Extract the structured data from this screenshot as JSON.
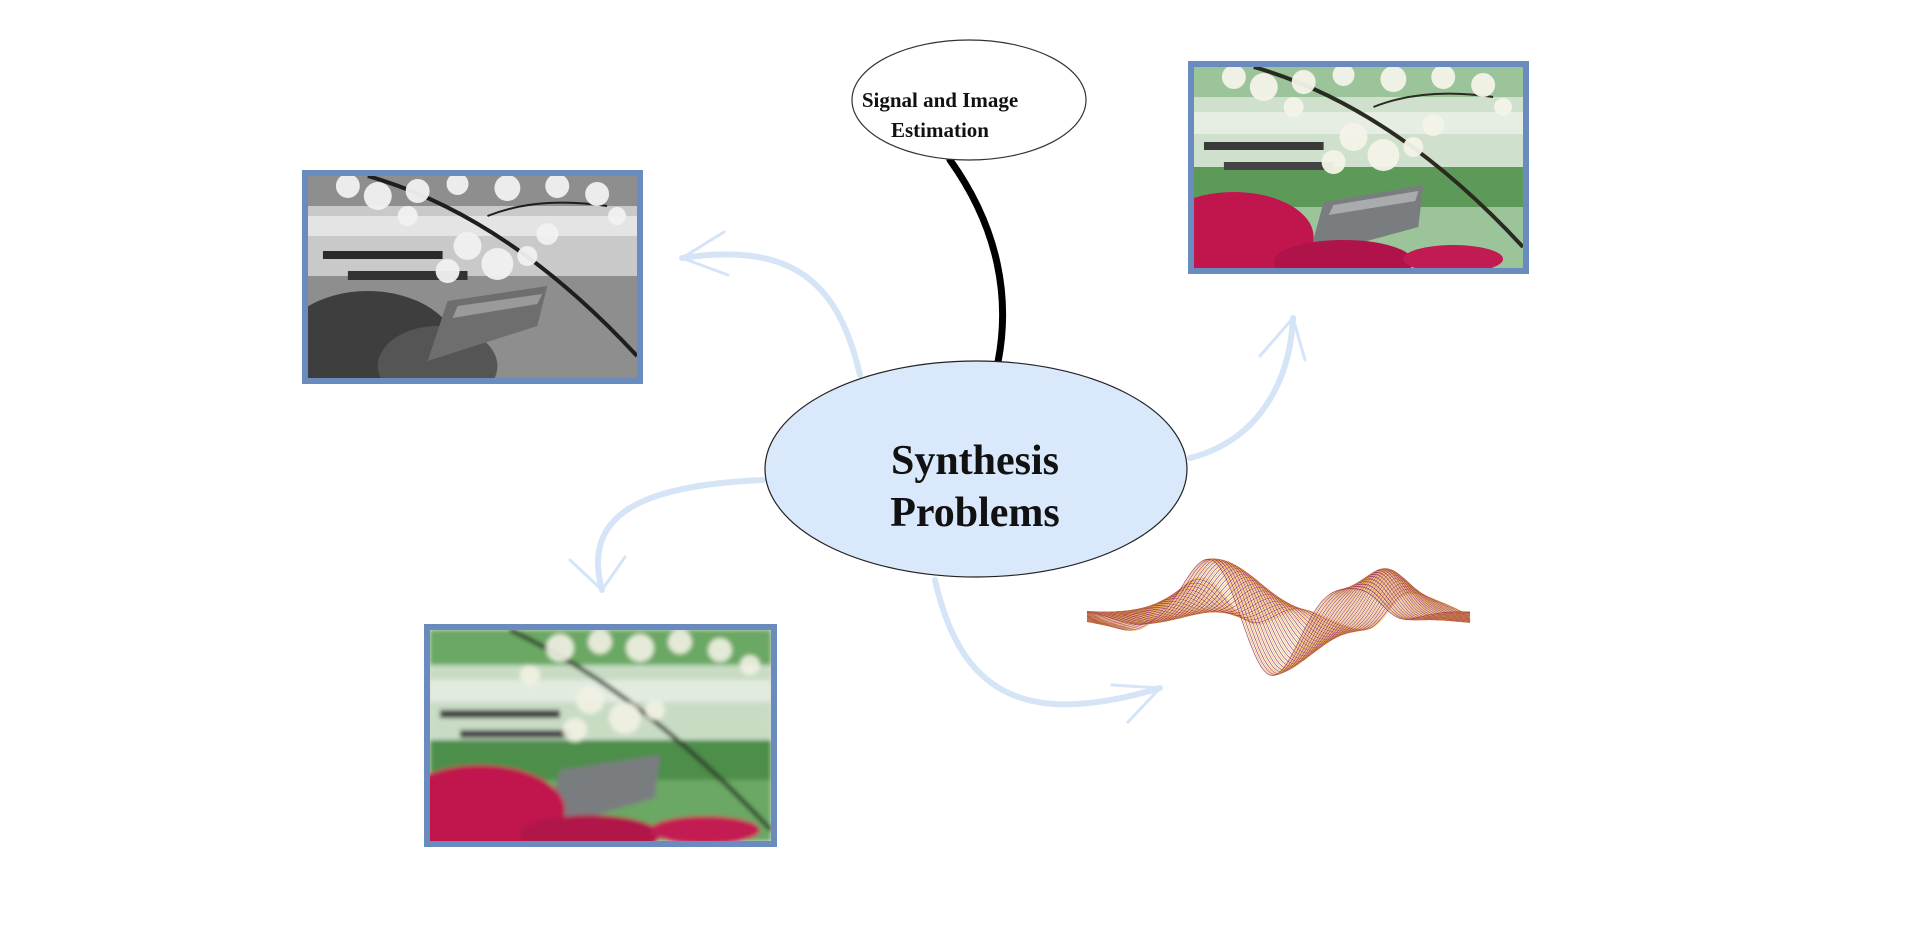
{
  "nodes": {
    "top": {
      "line1": "Signal and Image",
      "line2": "Estimation"
    },
    "center": {
      "line1": "Synthesis",
      "line2": "Problems"
    }
  },
  "colors": {
    "center_fill": "#d9e8fa",
    "arrow": "#d6e4f8",
    "photo_border": "#6a8bbd",
    "connector": "#000000",
    "wave_light": "#f2b233",
    "wave_dark": "#8a1d55"
  }
}
